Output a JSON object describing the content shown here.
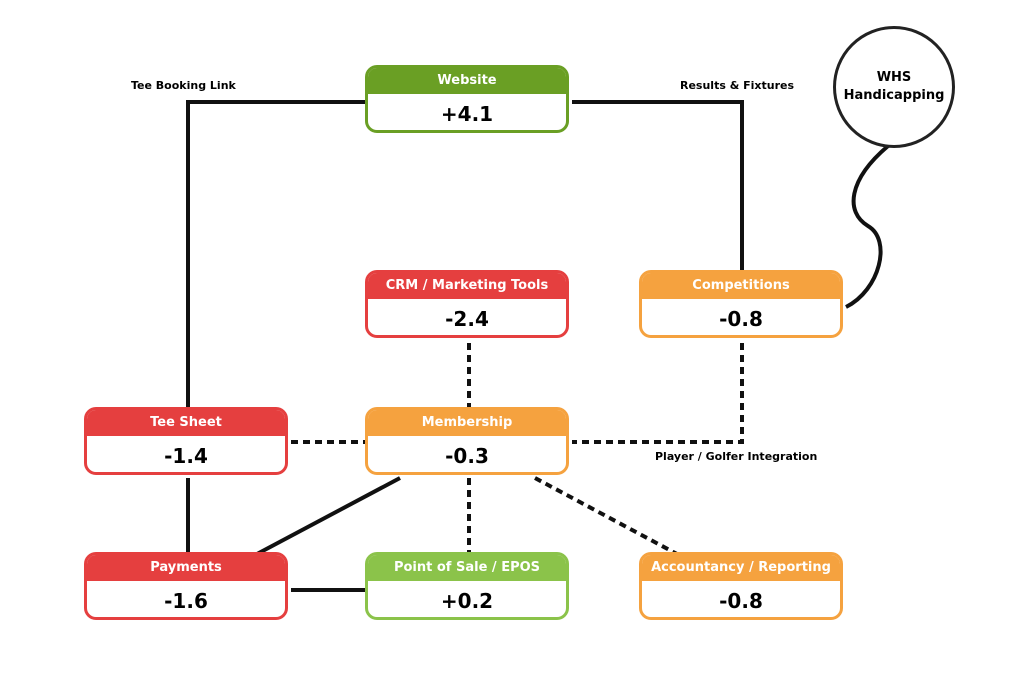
{
  "colors": {
    "dark_green": "#6a9f24",
    "light_green": "#8bc34a",
    "orange": "#f5a23f",
    "red": "#e53f3f",
    "line": "#111111"
  },
  "nodes": {
    "website": {
      "title": "Website",
      "value": "+4.1",
      "color": "#6a9f24"
    },
    "crm": {
      "title": "CRM / Marketing Tools",
      "value": "-2.4",
      "color": "#e53f3f"
    },
    "competitions": {
      "title": "Competitions",
      "value": "-0.8",
      "color": "#f5a23f"
    },
    "tee_sheet": {
      "title": "Tee Sheet",
      "value": "-1.4",
      "color": "#e53f3f"
    },
    "membership": {
      "title": "Membership",
      "value": "-0.3",
      "color": "#f5a23f"
    },
    "payments": {
      "title": "Payments",
      "value": "-1.6",
      "color": "#e53f3f"
    },
    "epos": {
      "title": "Point of Sale / EPOS",
      "value": "+0.2",
      "color": "#8bc34a"
    },
    "accountancy": {
      "title": "Accountancy / Reporting",
      "value": "-0.8",
      "color": "#f5a23f"
    }
  },
  "whs": {
    "line1": "WHS",
    "line2": "Handicapping"
  },
  "edge_labels": {
    "tee_booking": "Tee Booking Link",
    "results_fixtures": "Results & Fixtures",
    "player_integration": "Player / Golfer Integration"
  },
  "edges": [
    {
      "from": "website",
      "to": "tee_sheet",
      "style": "solid"
    },
    {
      "from": "website",
      "to": "competitions",
      "style": "solid"
    },
    {
      "from": "competitions",
      "to": "whs",
      "style": "solid"
    },
    {
      "from": "crm",
      "to": "membership",
      "style": "dashed"
    },
    {
      "from": "competitions",
      "to": "membership",
      "style": "dashed"
    },
    {
      "from": "tee_sheet",
      "to": "membership",
      "style": "dashed"
    },
    {
      "from": "tee_sheet",
      "to": "payments",
      "style": "solid"
    },
    {
      "from": "membership",
      "to": "payments",
      "style": "solid"
    },
    {
      "from": "membership",
      "to": "epos",
      "style": "dashed"
    },
    {
      "from": "membership",
      "to": "accountancy",
      "style": "dashed"
    },
    {
      "from": "payments",
      "to": "epos",
      "style": "solid"
    }
  ]
}
